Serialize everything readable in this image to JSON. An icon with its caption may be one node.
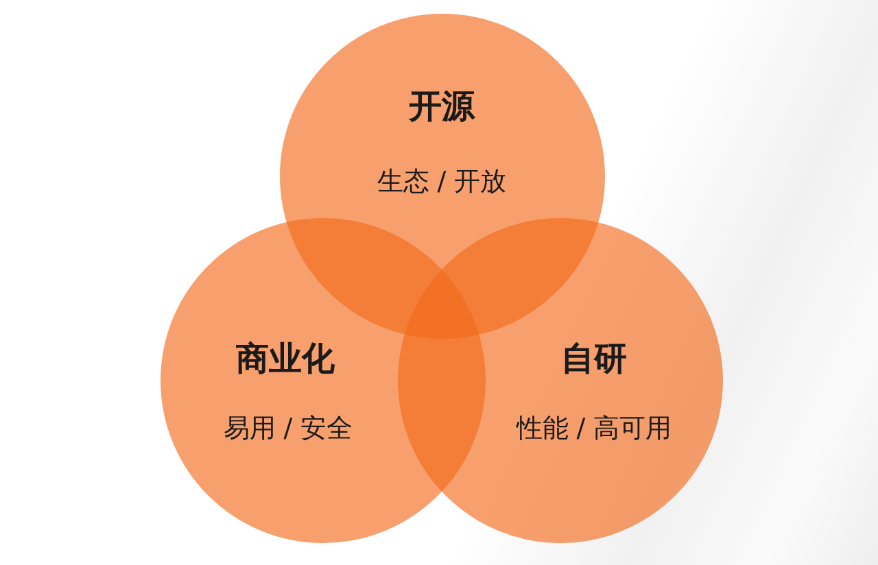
{
  "diagram": {
    "nodes": [
      {
        "text": [
          "开源",
          "生态 / 开放"
        ]
      },
      {
        "text": [
          "商业化",
          "易用 / 安全"
        ]
      },
      {
        "text": [
          "自研",
          "性能 / 高可用"
        ]
      }
    ]
  }
}
